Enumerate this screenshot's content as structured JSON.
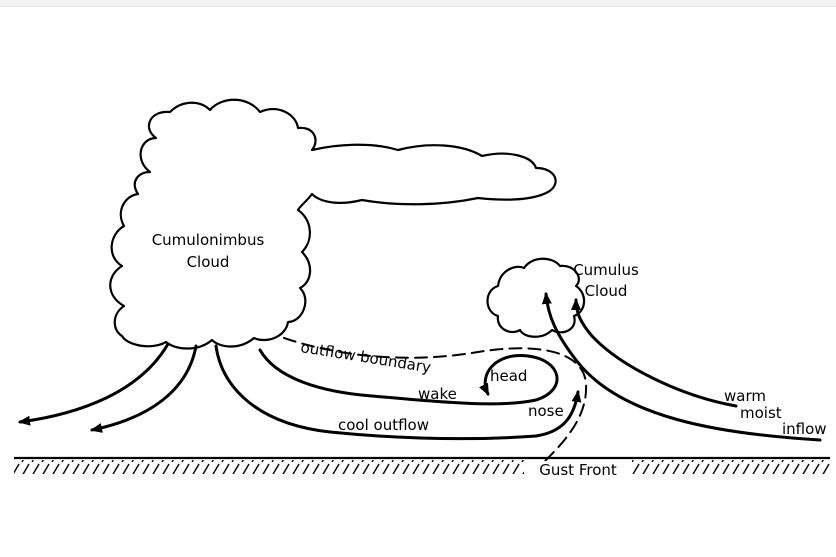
{
  "labels": {
    "cumulonimbus_line1": "Cumulonimbus",
    "cumulonimbus_line2": "Cloud",
    "cumulus_line1": "Cumulus",
    "cumulus_line2": "Cloud",
    "outflow_boundary": "outflow boundary",
    "head": "head",
    "wake": "wake",
    "nose": "nose",
    "cool_outflow": "cool outflow",
    "warm": "warm",
    "moist": "moist",
    "inflow": "inflow",
    "gust_front": "Gust Front"
  },
  "colors": {
    "ink": "#000000",
    "background": "#ffffff"
  }
}
